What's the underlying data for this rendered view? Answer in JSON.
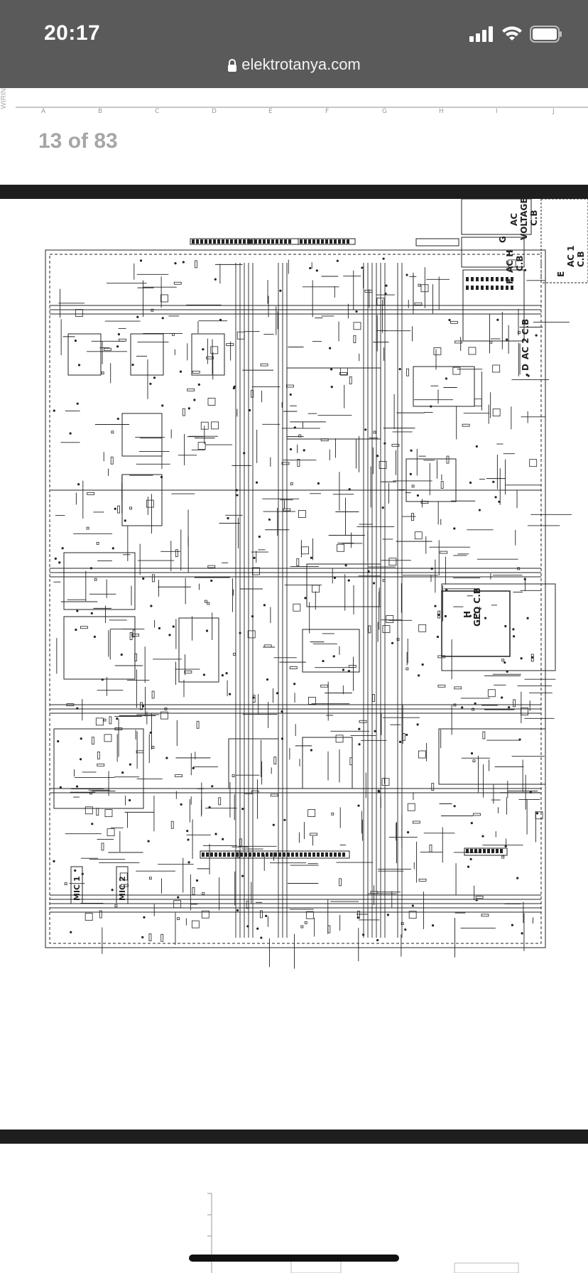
{
  "status_bar": {
    "time": "20:17",
    "url": "elektrotanya.com",
    "icons": [
      "signal-icon",
      "wifi-icon",
      "battery-icon",
      "lock-icon"
    ]
  },
  "document": {
    "page_counter": "13 of 83",
    "ruler_letters": [
      "A",
      "B",
      "C",
      "D",
      "E",
      "F",
      "G",
      "H",
      "I",
      "J"
    ],
    "side_text": "WIRIN",
    "panel_labels": {
      "g_title": "G",
      "g_ac": "AC",
      "g_voltage": "VOLTAGE",
      "g_cb": "C.B",
      "f_title": "F",
      "f_text": "AC H",
      "f_cb": "C.B",
      "e_title": "E",
      "e_text": "AC 1",
      "e_cb": "C.B",
      "d_title": "D",
      "d_text": "AC 2 C.B",
      "h_title": "H",
      "h_text": "GEQ C.B"
    },
    "mic_labels": [
      "MIC 1",
      "MIC 2"
    ]
  },
  "colors": {
    "status_bg": "#5a5a5a",
    "separator": "#1e1e1e",
    "page_count": "#a6a6a6",
    "ink": "#222222"
  }
}
